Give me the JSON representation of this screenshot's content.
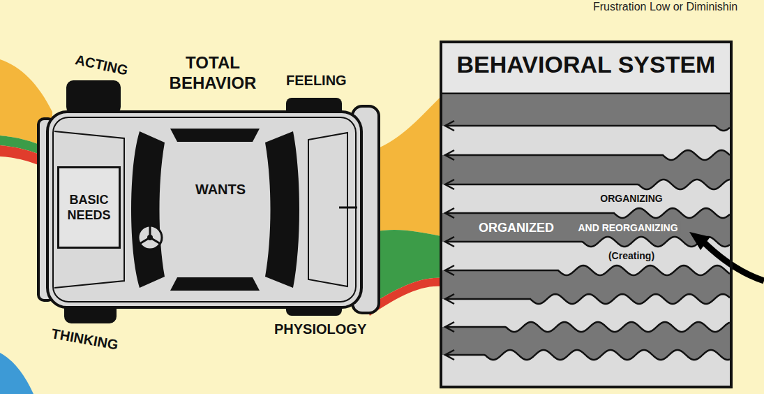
{
  "diagram": {
    "nodes": [
      {
        "text": [
          "TOTAL BEHAVIOR"
        ]
      },
      {
        "text": [
          "BASIC NEEDS"
        ],
        "in": 0
      },
      {
        "text": [
          "WANTS"
        ],
        "in": 0
      },
      {
        "text": [
          "BEHAVIORAL SYSTEM",
          "ORGANIZED",
          "ORGANIZING",
          "AND REORGANIZING",
          "(Creating)"
        ]
      }
    ],
    "labels": [
      "Frustration Low or Diminishin",
      "ACTING",
      "FEELING",
      "THINKING",
      "PHYSIOLOGY"
    ]
  }
}
